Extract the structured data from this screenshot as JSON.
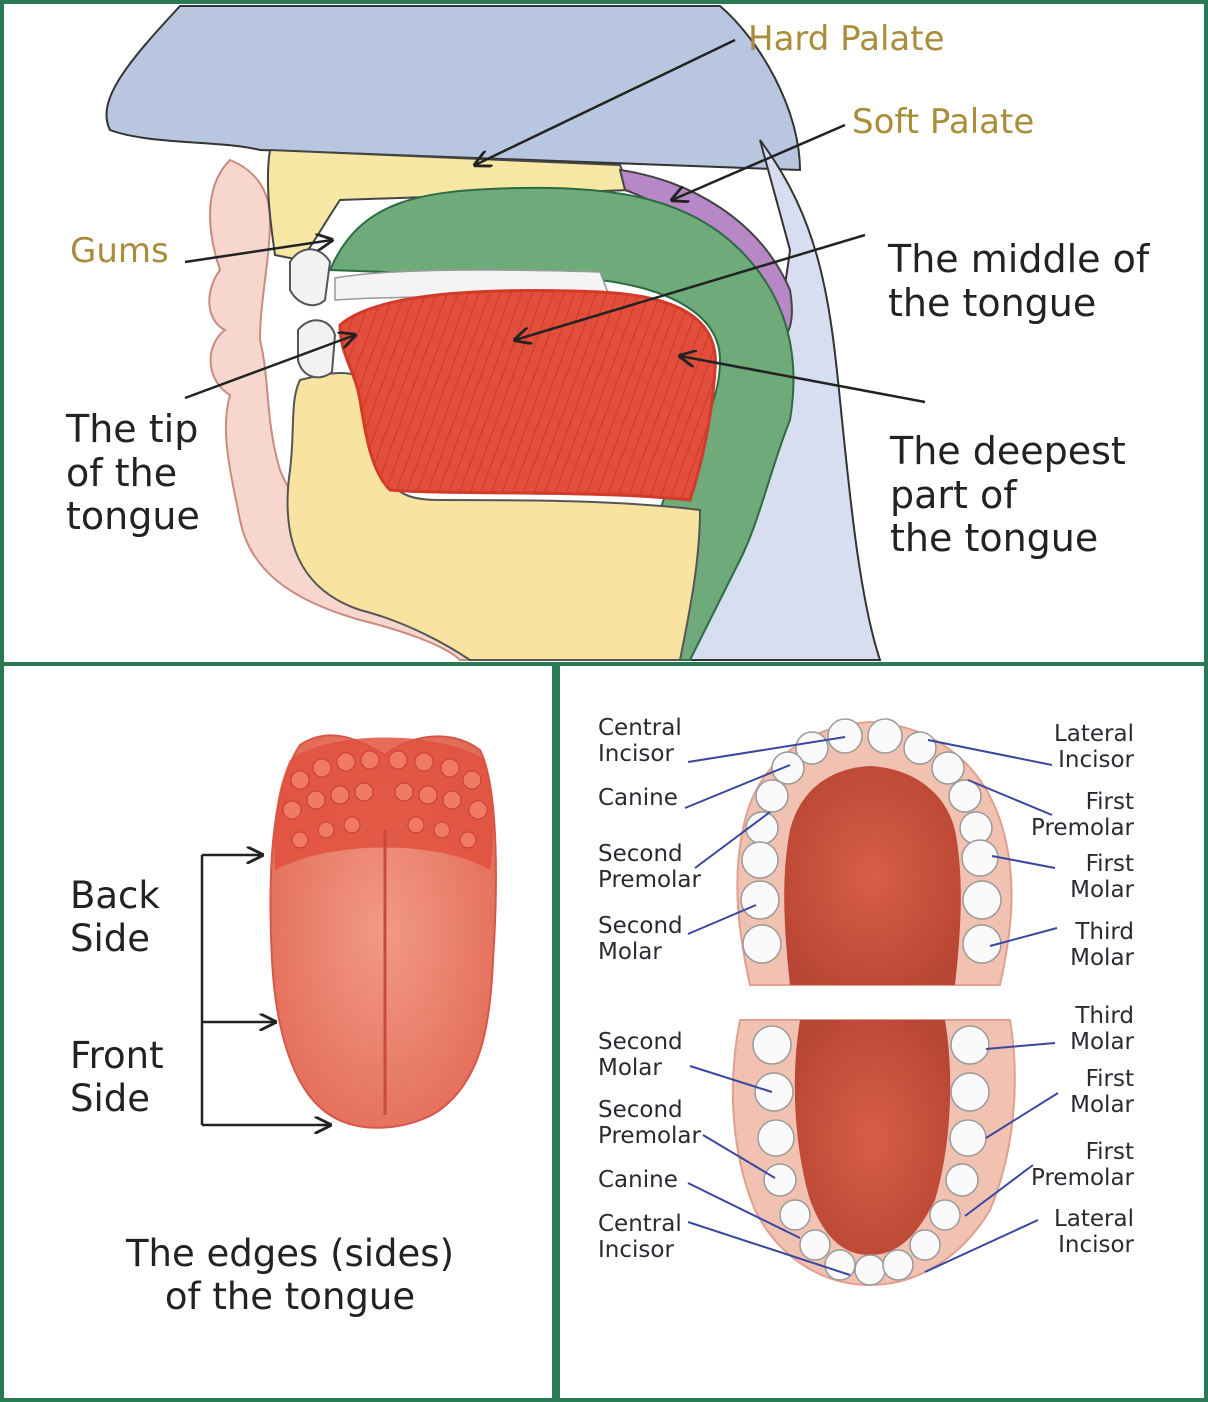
{
  "colors": {
    "frame": "#2a7a55",
    "label_gold": "#a98d3a",
    "pointer_blue": "#3848a0",
    "tongue_red": "#e24e3b",
    "palate_yellow": "#f5e39a",
    "nasal_blue": "#b9c6e0",
    "throat_green": "#5e9c6a",
    "soft_palate_purple": "#a66ab6",
    "skin_pink": "#f3c9bf"
  },
  "panels": {
    "sagittal": {
      "labels": {
        "hard_palate": "Hard Palate",
        "soft_palate": "Soft Palate",
        "gums": "Gums",
        "middle": "The middle of\nthe tongue",
        "tip": "The tip\nof the\ntongue",
        "deepest": "The deepest\npart of\nthe tongue"
      }
    },
    "tongue_edges": {
      "back_side": "Back\nSide",
      "front_side": "Front\nSide",
      "caption": "The edges (sides)\nof the tongue"
    },
    "teeth": {
      "upper_left": [
        "Central\nIncisor",
        "Canine",
        "Second\nPremolar",
        "Second\nMolar"
      ],
      "upper_right": [
        "Lateral\nIncisor",
        "First\nPremolar",
        "First\nMolar",
        "Third\nMolar"
      ],
      "lower_left": [
        "Second\nMolar",
        "Second\nPremolar",
        "Canine",
        "Central\nIncisor"
      ],
      "lower_right": [
        "Third\nMolar",
        "First\nMolar",
        "First\nPremolar",
        "Lateral\nIncisor"
      ]
    }
  }
}
